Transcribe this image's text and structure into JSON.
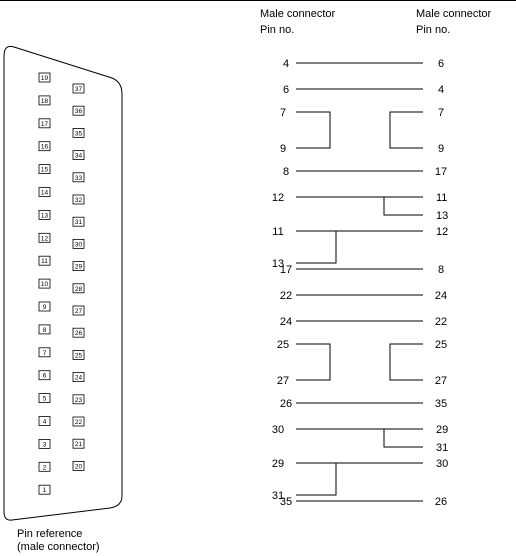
{
  "headers": {
    "left": {
      "line1": "Male connector",
      "line2": "Pin no."
    },
    "right": {
      "line1": "Male connector",
      "line2": "Pin no."
    }
  },
  "caption": {
    "line1": "Pin reference",
    "line2": "(male connector)"
  },
  "connector": {
    "row_top": [
      "19",
      "18",
      "17",
      "16",
      "15",
      "14",
      "13",
      "12",
      "11",
      "10",
      "9",
      "8",
      "7",
      "6",
      "5",
      "4",
      "3",
      "2",
      "1"
    ],
    "row_bottom": [
      "37",
      "36",
      "35",
      "34",
      "33",
      "32",
      "31",
      "30",
      "29",
      "28",
      "27",
      "26",
      "25",
      "24",
      "23",
      "22",
      "21",
      "20"
    ]
  },
  "wiring": [
    {
      "type": "straight",
      "left": "4",
      "right": "6"
    },
    {
      "type": "straight",
      "left": "6",
      "right": "4"
    },
    {
      "type": "loop_pair",
      "left": [
        "7",
        "9"
      ],
      "right": [
        "7",
        "9"
      ]
    },
    {
      "type": "straight",
      "left": "8",
      "right": "17"
    },
    {
      "type": "split_right",
      "left": "12",
      "right": [
        "11",
        "13"
      ]
    },
    {
      "type": "split_left",
      "left": [
        "11",
        "13"
      ],
      "right": "12"
    },
    {
      "type": "straight",
      "left": "17",
      "right": "8"
    },
    {
      "type": "straight",
      "left": "22",
      "right": "24"
    },
    {
      "type": "straight",
      "left": "24",
      "right": "22"
    },
    {
      "type": "loop_pair",
      "left": [
        "25",
        "27"
      ],
      "right": [
        "25",
        "27"
      ]
    },
    {
      "type": "straight",
      "left": "26",
      "right": "35"
    },
    {
      "type": "split_right",
      "left": "30",
      "right": [
        "29",
        "31"
      ]
    },
    {
      "type": "split_left",
      "left": [
        "29",
        "31"
      ],
      "right": "30"
    },
    {
      "type": "straight",
      "left": "35",
      "right": "26"
    }
  ]
}
